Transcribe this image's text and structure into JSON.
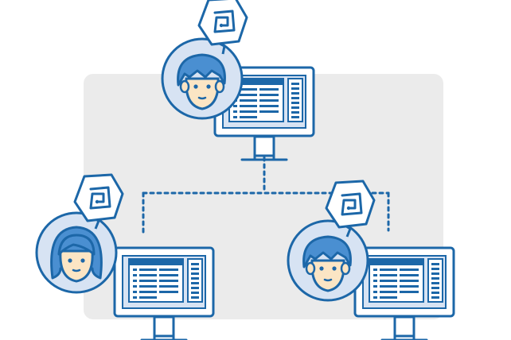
{
  "colors": {
    "background": "#ffffff",
    "panel": "#ebebeb",
    "stroke": "#1c67a8",
    "fill_light": "#d7e3f3",
    "hair": "#4a8fd1",
    "skin": "#fbe5c4",
    "bubble": "#ffffff"
  },
  "workstations": [
    {
      "role": "top-user",
      "hair": "short"
    },
    {
      "role": "left-user",
      "hair": "long"
    },
    {
      "role": "right-user",
      "hair": "short"
    }
  ],
  "icons": [
    "spiral-thought-icon",
    "monitor-icon",
    "user-avatar-icon",
    "connector-line"
  ]
}
